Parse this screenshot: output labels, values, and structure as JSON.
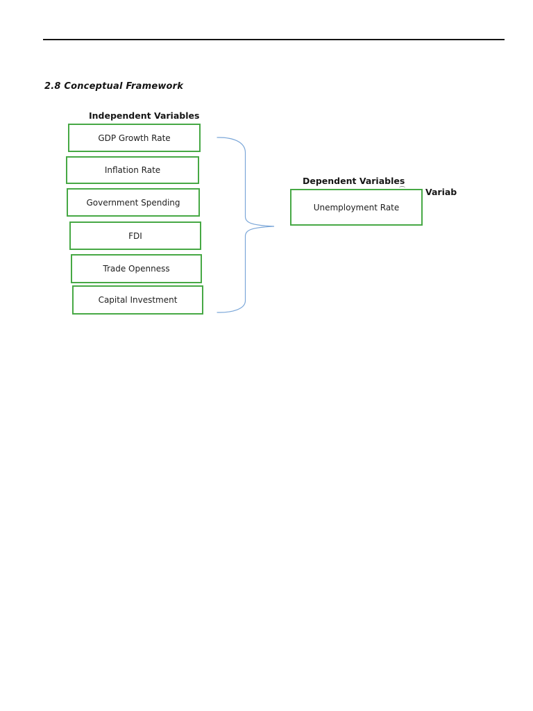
{
  "page": {
    "heading": "2.8 Conceptual Framework"
  },
  "diagram": {
    "independent": {
      "title": "Independent Variables",
      "boxes": [
        "GDP Growth Rate",
        "Inflation Rate",
        "Government Spending",
        "FDI",
        "Trade Openness",
        "Capital Investment"
      ]
    },
    "dependent": {
      "title": "Dependent Variables",
      "box": "Unemployment Rate"
    },
    "clipped_label": "Variab",
    "connector": "curly-brace",
    "colors": {
      "box_border": "#46a844",
      "brace": "#7aa6d8",
      "text": "#1d1d1d",
      "rule": "#141414"
    }
  }
}
